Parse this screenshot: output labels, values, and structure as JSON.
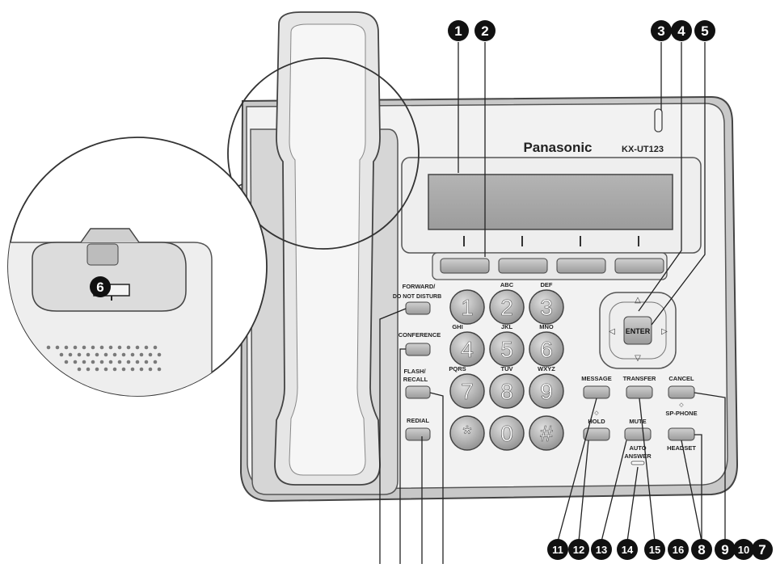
{
  "phone": {
    "brand": "Panasonic",
    "model": "KX-UT123"
  },
  "buttons": {
    "forward": [
      "FORWARD/",
      "DO NOT DISTURB"
    ],
    "conference": "CONFERENCE",
    "flash": [
      "FLASH/",
      "RECALL"
    ],
    "redial": "REDIAL",
    "message": "MESSAGE",
    "transfer": "TRANSFER",
    "cancel": "CANCEL",
    "hold": "HOLD",
    "mute": "MUTE",
    "auto_answer": [
      "AUTO",
      "ANSWER"
    ],
    "sp_phone": "SP-PHONE",
    "headset": "HEADSET",
    "enter": "ENTER"
  },
  "keypad": [
    {
      "digit": "1",
      "letters": ""
    },
    {
      "digit": "2",
      "letters": "ABC"
    },
    {
      "digit": "3",
      "letters": "DEF"
    },
    {
      "digit": "4",
      "letters": "GHI"
    },
    {
      "digit": "5",
      "letters": "JKL"
    },
    {
      "digit": "6",
      "letters": "MNO"
    },
    {
      "digit": "7",
      "letters": "PQRS"
    },
    {
      "digit": "8",
      "letters": "TUV"
    },
    {
      "digit": "9",
      "letters": "WXYZ"
    },
    {
      "digit": "*",
      "letters": ""
    },
    {
      "digit": "0",
      "letters": ""
    },
    {
      "digit": "#",
      "letters": ""
    }
  ],
  "callouts_top": [
    "1",
    "2",
    "3",
    "4",
    "5"
  ],
  "callout_left": "6",
  "callouts_bottom": [
    "11",
    "12",
    "13",
    "14",
    "15",
    "16",
    "8",
    "9",
    "10",
    "7"
  ],
  "colors": {
    "callout": "#111111",
    "body_outline": "#555555",
    "button_fill": "#b8b8b8",
    "display_fill": "#a9a9a9",
    "handset_fill": "#e4e4e4"
  }
}
